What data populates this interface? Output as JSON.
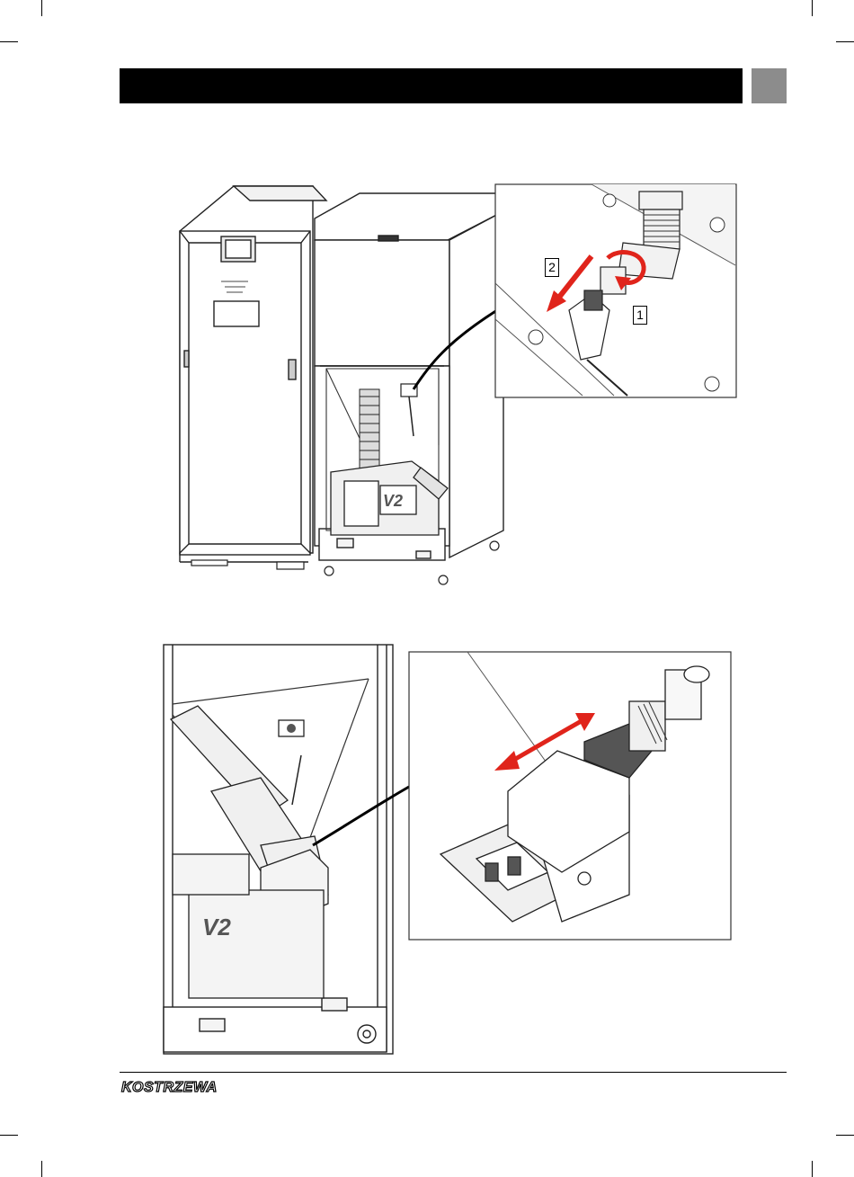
{
  "header": {
    "bar_color": "#000000",
    "tab_color": "#8c8c8c"
  },
  "figure_top": {
    "callout_step_1": "1",
    "callout_step_2": "2",
    "panel_badge": "V2",
    "arrow_color": "#e0241b"
  },
  "figure_bottom": {
    "panel_badge": "V2",
    "arrow_color": "#e0241b"
  },
  "footer": {
    "brand": "KOSTRZEWA"
  }
}
